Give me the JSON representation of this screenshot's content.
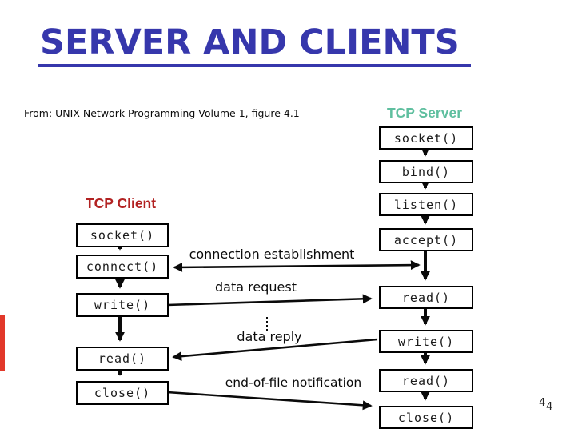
{
  "slide": {
    "title": "SERVER AND CLIENTS",
    "source_note": "From: UNIX Network Programming Volume 1, figure 4.1",
    "page_number_char1": "4",
    "page_number_char2": "4"
  },
  "colors": {
    "title_blue": "#3637AC",
    "server_heading_green": "#5FBF9F",
    "client_heading_red": "#B22222",
    "box_border": "#000000",
    "arrow": "#0a0a0a",
    "left_edge_mark_red": "#E2382A",
    "background": "#ffffff"
  },
  "diagram": {
    "client": {
      "heading": "TCP Client",
      "boxes": [
        "socket()",
        "connect()",
        "write()",
        "read()",
        "close()"
      ]
    },
    "server": {
      "heading": "TCP Server",
      "boxes": [
        "socket()",
        "bind()",
        "listen()",
        "accept()",
        "read()",
        "write()",
        "read()",
        "close()"
      ]
    },
    "flow_labels": {
      "connection": "connection establishment",
      "request": "data request",
      "reply": "data reply",
      "eof": "end-of-file notification"
    }
  }
}
